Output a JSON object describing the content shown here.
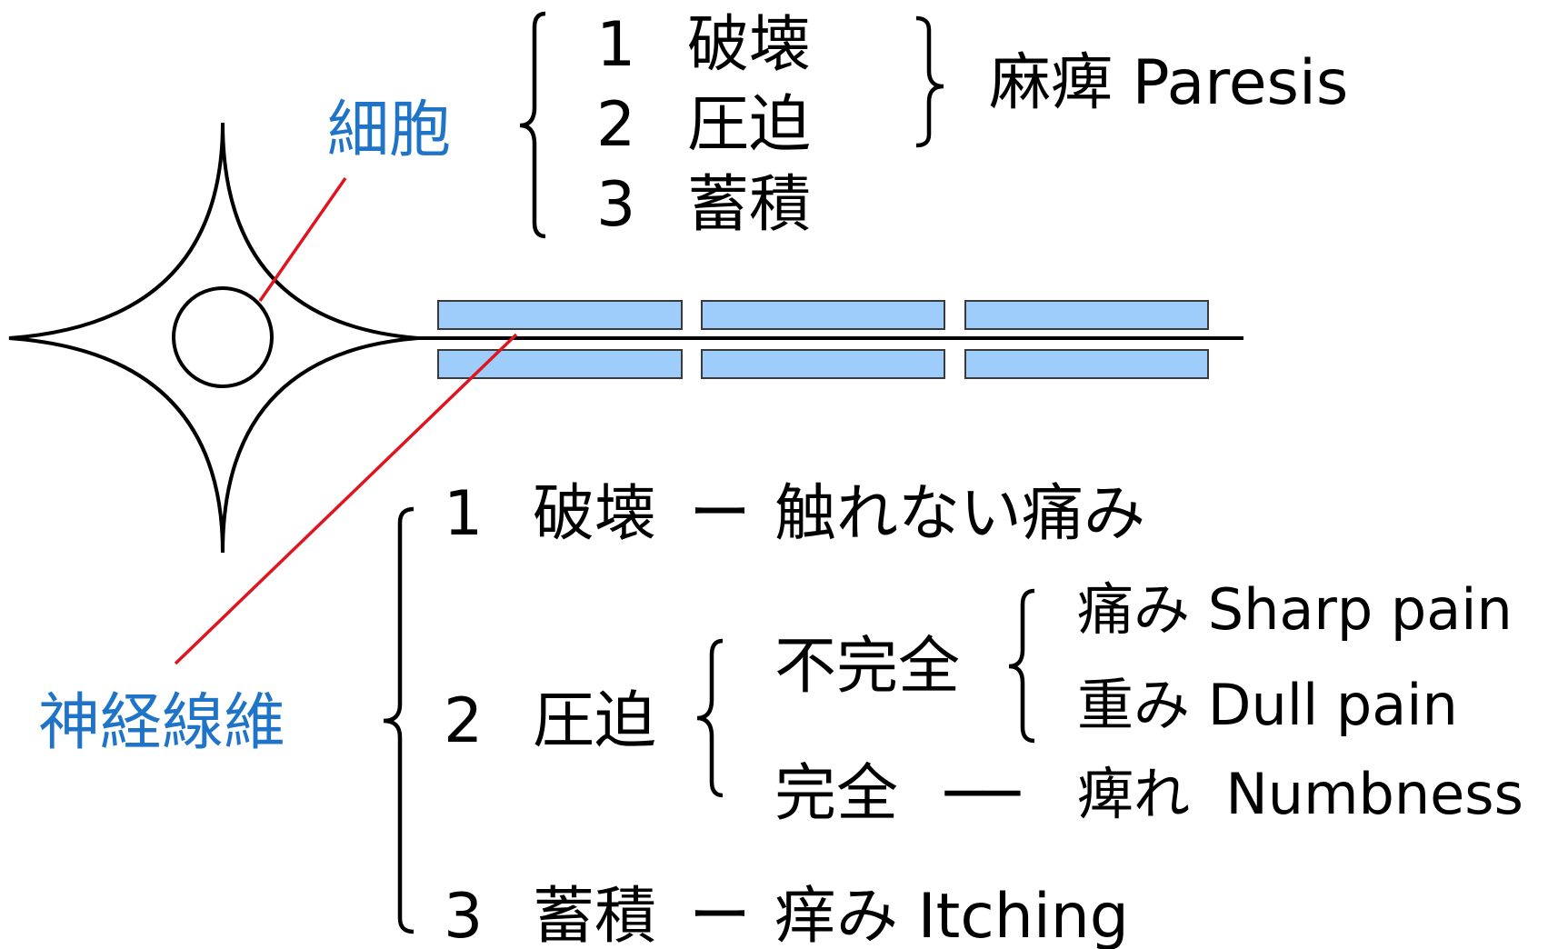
{
  "colors": {
    "line": "#000000",
    "label_blue": "#1f74c8",
    "pointer_red": "#e0141e",
    "myelin_fill": "#9fcdfb",
    "myelin_stroke": "#3a3a3a"
  },
  "labels": {
    "cell": "細胞",
    "nerve_fiber": "神経線維"
  },
  "top_list": {
    "items": [
      {
        "num": "1",
        "text": "破壊"
      },
      {
        "num": "2",
        "text": "圧迫"
      },
      {
        "num": "3",
        "text": "蓄積"
      }
    ],
    "result": "麻痺 Paresis"
  },
  "bottom_list": {
    "item1": {
      "num": "1",
      "text": "破壊",
      "dash": "ー",
      "result": "触れない痛み"
    },
    "item2": {
      "num": "2",
      "text": "圧迫",
      "incomplete": {
        "label": "不完全",
        "results": [
          "痛み Sharp pain",
          "重み Dull pain"
        ]
      },
      "complete": {
        "label": "完全",
        "dash": "──",
        "result": "痺れ  Numbness"
      }
    },
    "item3": {
      "num": "3",
      "text": "蓄積",
      "dash": "ー",
      "result": "痒み Itching"
    }
  }
}
